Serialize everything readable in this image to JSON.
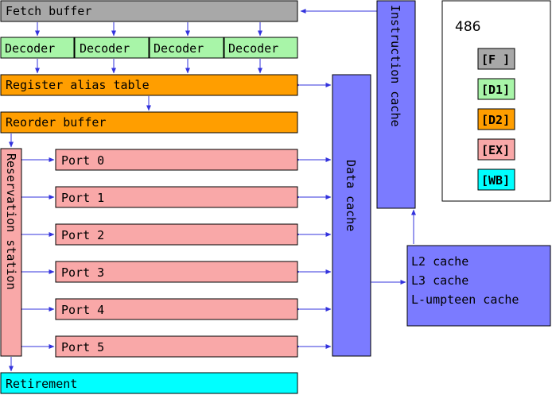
{
  "pipeline": {
    "fetch_buffer": "Fetch buffer",
    "decoders": [
      "Decoder",
      "Decoder",
      "Decoder",
      "Decoder"
    ],
    "register_alias_table": "Register alias table",
    "reorder_buffer": "Reorder buffer",
    "reservation_station": "Reservation station",
    "ports": [
      "Port 0",
      "Port 1",
      "Port 2",
      "Port 3",
      "Port 4",
      "Port 5"
    ],
    "retirement": "Retirement"
  },
  "caches": {
    "instruction_cache": "Instruction cache",
    "data_cache": "Data cache",
    "l2": "L2 cache",
    "l3": "L3 cache",
    "lumpteen": "L-umpteen cache"
  },
  "legend": {
    "title": "486",
    "items": [
      {
        "label": "[F ]",
        "color": "#a8a8a8"
      },
      {
        "label": "[D1]",
        "color": "#a8f5a8"
      },
      {
        "label": "[D2]",
        "color": "#ff9e00"
      },
      {
        "label": "[EX]",
        "color": "#f9a8a8"
      },
      {
        "label": "[WB]",
        "color": "#00ffff"
      }
    ]
  },
  "colors": {
    "fetch": "#a8a8a8",
    "decode": "#a8f5a8",
    "rename": "#ff9e00",
    "exec": "#f9a8a8",
    "retire": "#00ffff",
    "cache": "#7b7bff",
    "arrow": "#3333dd"
  }
}
